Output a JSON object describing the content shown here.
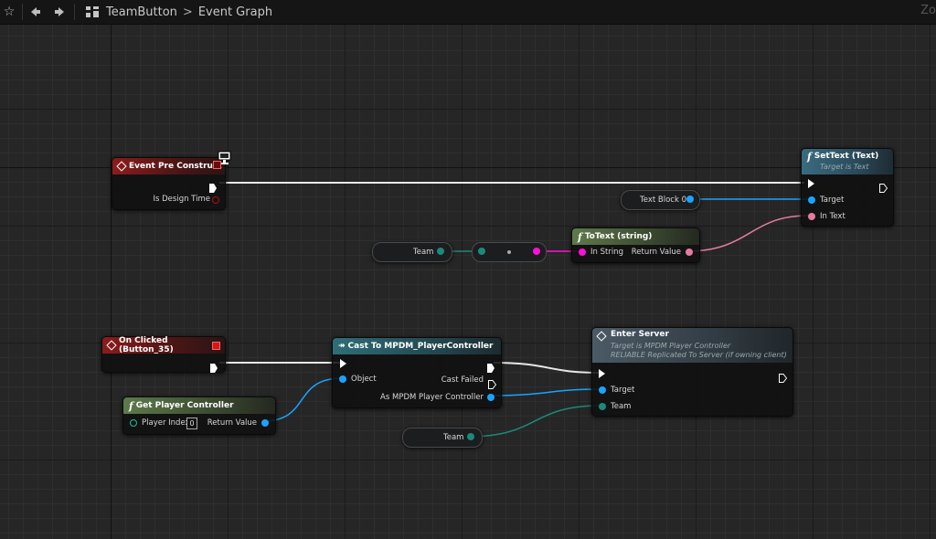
{
  "toolbar": {
    "star_icon": "star-icon",
    "back_icon": "back-arrow-icon",
    "forward_icon": "forward-arrow-icon",
    "graph_icon": "graph-icon",
    "breadcrumb_root": "TeamButton",
    "breadcrumb_separator": ">",
    "breadcrumb_current": "Event Graph",
    "zoom_text": "Zo"
  },
  "nodes": {
    "event_pre_construct": {
      "title": "Event Pre Construct",
      "pin_is_design_time": "Is Design Time"
    },
    "set_text": {
      "title": "SetText (Text)",
      "subtitle": "Target is Text",
      "pin_target": "Target",
      "pin_in_text": "In Text"
    },
    "text_block_var": {
      "label": "Text Block 0"
    },
    "team_var_top": {
      "label": "Team"
    },
    "to_text": {
      "title": "ToText (string)",
      "pin_in_string": "In String",
      "pin_return": "Return Value"
    },
    "on_clicked": {
      "title": "On Clicked (Button_35)"
    },
    "cast_to": {
      "title": "Cast To MPDM_PlayerController",
      "pin_object": "Object",
      "pin_cast_failed": "Cast Failed",
      "pin_as": "As MPDM Player Controller"
    },
    "get_player_controller": {
      "title": "Get Player Controller",
      "pin_player_index": "Player Index",
      "player_index_value": "0",
      "pin_return": "Return Value"
    },
    "enter_server": {
      "title": "Enter Server",
      "subtitle_1": "Target is MPDM Player Controller",
      "subtitle_2": "RELIABLE Replicated To Server (if owning client)",
      "pin_target": "Target",
      "pin_team": "Team"
    },
    "team_var_bottom": {
      "label": "Team"
    }
  },
  "colors": {
    "exec": "#ffffff",
    "object_pin": "#1aa3ff",
    "text_pin": "#e37ca0",
    "string_pin": "#ff10d8",
    "team_pin": "#1a8a7a",
    "event_header": "#8b1c1c",
    "function_header": "#5e7a4a",
    "cast_header": "#2f6e78"
  }
}
